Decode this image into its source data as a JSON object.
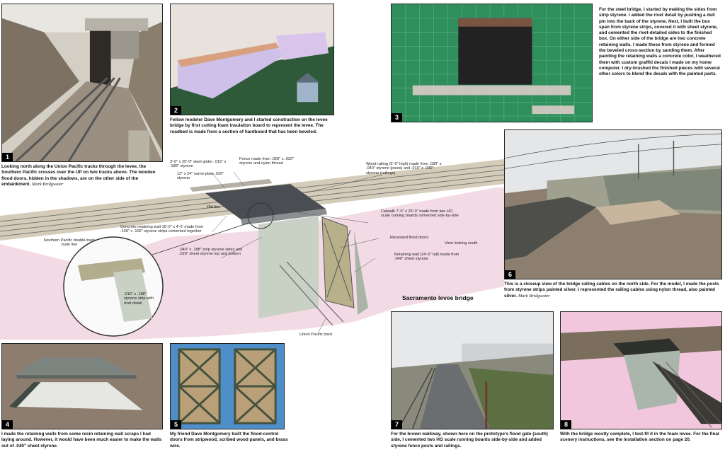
{
  "photos": [
    {
      "number": "1",
      "caption": "Looking north along the Union Pacific tracks through the levee, the Southern Pacific crosses over the UP on two tracks above. The wooden flood doors, hidden in the shadows, are on the other side of the embankment.",
      "credit": "Mark Bridgwater"
    },
    {
      "number": "2",
      "caption": "Fellow modeler Dave Montgomery and I started construction on the levee bridge by first cutting foam insulation board to represent the levee. The roadbed is made from a section of hardboard that has been beveled.",
      "credit": ""
    },
    {
      "number": "3",
      "caption": "For the steel bridge, I started by making the sides from strip styrene. I added the rivet detail by pushing a dull pin into the back of the styrene. Next, I built the box span from styrene strips, covered it with sheet styrene, and cemented the rivet-detailed sides to the finished box. On either side of the bridge are two concrete retaining walls. I made these from styrene and formed the beveled cross-section by sanding them. After painting the retaining walls a concrete color, I weathered them with custom graffiti decals I made on my home computer. I dry-brushed the finished pieces with several other colors to blend the decals with the painted parts.",
      "credit": ""
    },
    {
      "number": "4",
      "caption": "I made the retaining walls from some resin retaining wall scraps I had laying around. However, it would have been much easier to make the walls out of .040\" sheet styrene.",
      "credit": ""
    },
    {
      "number": "5",
      "caption": "My friend Dave Montgomery built the flood-control doors from stripwood, scribed wood panels, and brass wire.",
      "credit": ""
    },
    {
      "number": "6",
      "caption": "This is a closeup view of the bridge railing cables on the north side. For the model, I made the posts from styrene strips painted silver. I represented the railing cables using nylon thread, also painted silver.",
      "credit": "Mark Bridgwater"
    },
    {
      "number": "7",
      "caption": "For the brown walkway, shown here on the prototype's flood gate (south) side, I cemented two HO scale running boards side-by-side and added styrene fence posts and railings.",
      "credit": ""
    },
    {
      "number": "8",
      "caption": "With the bridge mostly complete, I test-fit it in the foam levee. For the final scenery instructions, see the installation section on page 20.",
      "credit": ""
    }
  ],
  "diagram": {
    "title": "Sacramento levee bridge",
    "callouts": {
      "girder": "3'-0\" x 25'-0\" steel girder .015\" x .188\" styrene",
      "nameplate": "12\" x 24\" name-plate .020\" styrene",
      "fence": "Fence made from .020\" x .020\" styrene and nylon thread",
      "wood_railing": "Wood railing (5'-0\" high) made from .030\" x .040\" styrene (posts) and .010\" x .040\" styrene (railings)",
      "old_ties": "Old ties",
      "concrete_wall": "Concrete retaining wall 16'-0\" x 4'-6' made from .100\" x .100\" styrene strips cemented together",
      "sp_mainline": "Southern Pacific double-track main line",
      "catwalk": "Catwalk 7'-6\" x 25'-0\" made from two HO scale running boards cemented side-by-side",
      "flood_doors": "Recessed flood doors",
      "view_south": "View looking south",
      "strip_sides": ".040\" x .188\" strip styrene sides and .020\" sheet styrene top and bottom",
      "retaining_24": "Retaining wall (24'-0\" tall) made from .040\" sheet styrene",
      "rivet_strip": ".015\" x .188\" styrene strip with rivet detail",
      "up_track": "Union Pacific track"
    }
  },
  "colors": {
    "levee_pink": "#f3dbe6",
    "ballast": "#cfc5b3",
    "bridge_dark": "#4a4e52",
    "concrete": "#c9d1c4"
  }
}
